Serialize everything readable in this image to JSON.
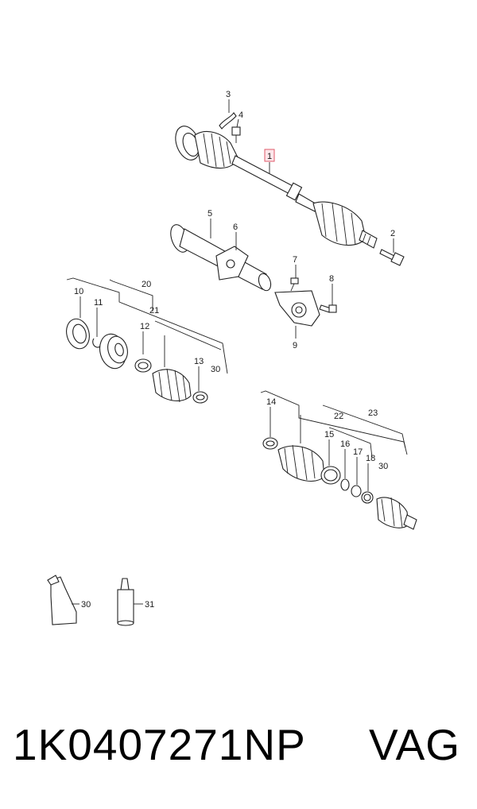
{
  "diagram": {
    "callouts": {
      "c1": "1",
      "c2": "2",
      "c3": "3",
      "c4": "4",
      "c5": "5",
      "c6": "6",
      "c7": "7",
      "c8": "8",
      "c9": "9",
      "c10": "10",
      "c11": "11",
      "c12": "12",
      "c13": "13",
      "c14": "14",
      "c15": "15",
      "c16": "16",
      "c17": "17",
      "c18": "18",
      "c20": "20",
      "c21": "21",
      "c22": "22",
      "c23": "23",
      "c30a": "30",
      "c30b": "30",
      "c30c": "30",
      "c31": "31"
    },
    "highlight_color": "#e05a6a"
  },
  "footer": {
    "part_number": "1K0407271NP",
    "brand": "VAG"
  }
}
